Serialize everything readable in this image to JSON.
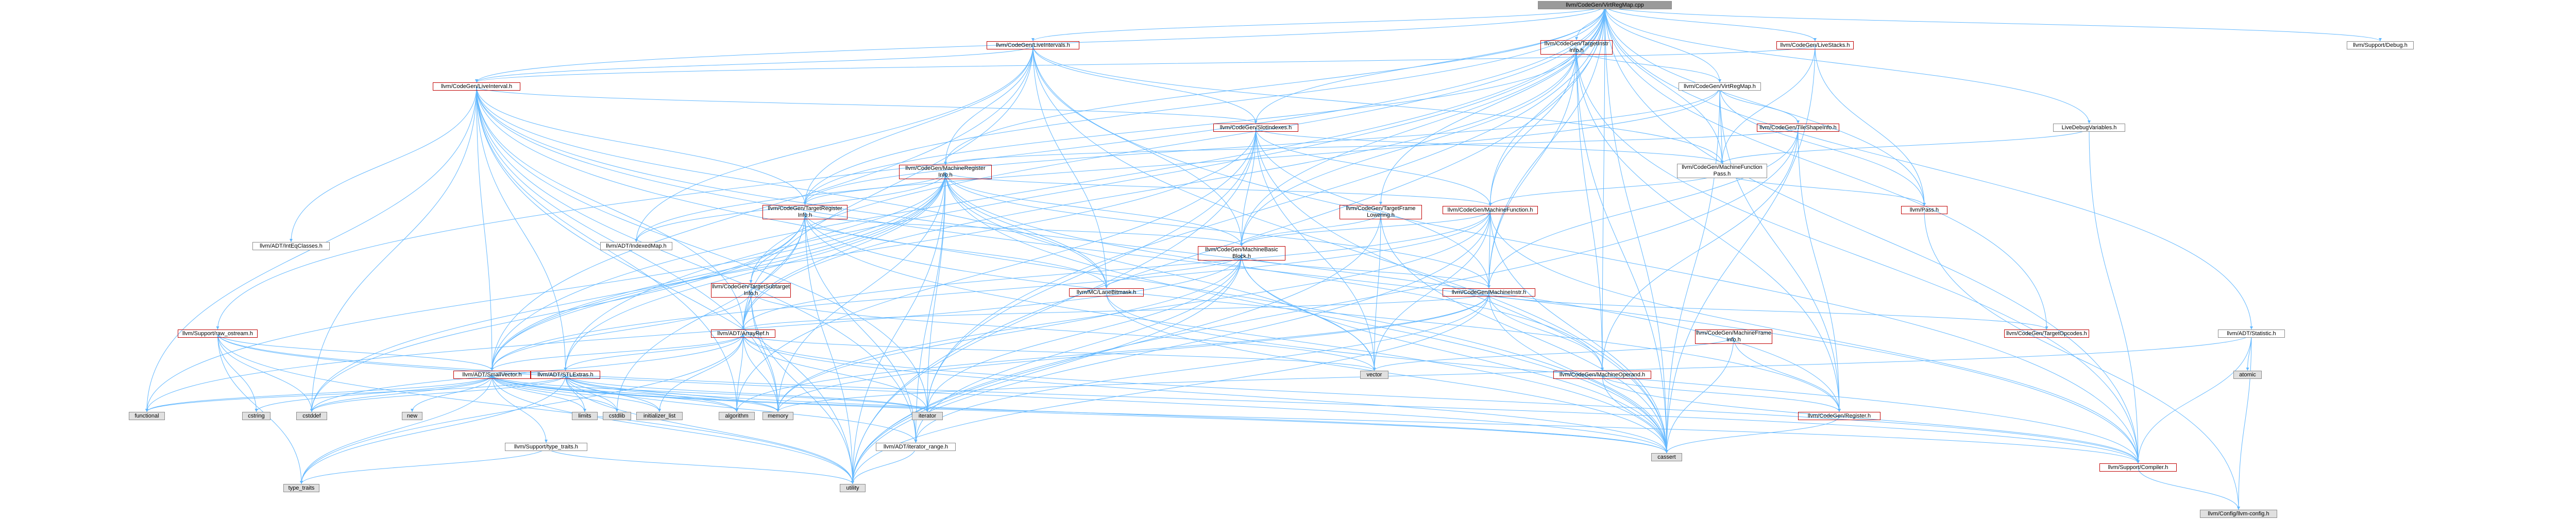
{
  "diagram": {
    "nodes": [
      {
        "id": "root",
        "label": "llvm/CodeGen/VirtRegMap.cpp",
        "kind": "root"
      },
      {
        "id": "liveint",
        "label": "llvm/CodeGen/LiveIntervals.h",
        "kind": "red"
      },
      {
        "id": "tgtinstr",
        "label": "llvm/CodeGen/TargetInstr\nInfo.h",
        "kind": "red"
      },
      {
        "id": "livestacks",
        "label": "llvm/CodeGen/LiveStacks.h",
        "kind": "red"
      },
      {
        "id": "debug",
        "label": "llvm/Support/Debug.h",
        "kind": "white"
      },
      {
        "id": "liveinterval",
        "label": "llvm/CodeGen/LiveInterval.h",
        "kind": "red"
      },
      {
        "id": "virtregmaph",
        "label": "llvm/CodeGen/VirtRegMap.h",
        "kind": "white"
      },
      {
        "id": "slotidx",
        "label": "llvm/CodeGen/SlotIndexes.h",
        "kind": "red"
      },
      {
        "id": "tileshape",
        "label": "llvm/CodeGen/TileShapeInfo.h",
        "kind": "red"
      },
      {
        "id": "livedebug",
        "label": "LiveDebugVariables.h",
        "kind": "white"
      },
      {
        "id": "mri",
        "label": "llvm/CodeGen/MachineRegister\nInfo.h",
        "kind": "red"
      },
      {
        "id": "mfpass",
        "label": "llvm/CodeGen/MachineFunction\nPass.h",
        "kind": "white"
      },
      {
        "id": "tri",
        "label": "llvm/CodeGen/TargetRegister\nInfo.h",
        "kind": "red"
      },
      {
        "id": "tfl",
        "label": "llvm/CodeGen/TargetFrame\nLowering.h",
        "kind": "red"
      },
      {
        "id": "mf",
        "label": "llvm/CodeGen/MachineFunction.h",
        "kind": "red"
      },
      {
        "id": "pass",
        "label": "llvm/Pass.h",
        "kind": "red"
      },
      {
        "id": "inteq",
        "label": "llvm/ADT/IntEqClasses.h",
        "kind": "white"
      },
      {
        "id": "indexedmap",
        "label": "llvm/ADT/IndexedMap.h",
        "kind": "white"
      },
      {
        "id": "mbb",
        "label": "llvm/CodeGen/MachineBasic\nBlock.h",
        "kind": "red"
      },
      {
        "id": "tsi",
        "label": "llvm/CodeGen/TargetSubtarget\nInfo.h",
        "kind": "red"
      },
      {
        "id": "lanebm",
        "label": "llvm/MC/LaneBitmask.h",
        "kind": "red"
      },
      {
        "id": "minstr",
        "label": "llvm/CodeGen/MachineInstr.h",
        "kind": "red"
      },
      {
        "id": "rawos",
        "label": "llvm/Support/raw_ostream.h",
        "kind": "red"
      },
      {
        "id": "arrayref",
        "label": "llvm/ADT/ArrayRef.h",
        "kind": "red"
      },
      {
        "id": "mframe",
        "label": "llvm/CodeGen/MachineFrame\nInfo.h",
        "kind": "red"
      },
      {
        "id": "mop",
        "label": "llvm/CodeGen/MachineOperand.h",
        "kind": "red"
      },
      {
        "id": "tgtopc",
        "label": "llvm/CodeGen/TargetOpcodes.h",
        "kind": "red"
      },
      {
        "id": "stats",
        "label": "llvm/ADT/Statistic.h",
        "kind": "white"
      },
      {
        "id": "smallvec",
        "label": "llvm/ADT/SmallVector.h",
        "kind": "red"
      },
      {
        "id": "stlextras",
        "label": "llvm/ADT/STLExtras.h",
        "kind": "red"
      },
      {
        "id": "register",
        "label": "llvm/CodeGen/Register.h",
        "kind": "red"
      },
      {
        "id": "typetraitsh",
        "label": "llvm/Support/type_traits.h",
        "kind": "white"
      },
      {
        "id": "iterrange",
        "label": "llvm/ADT/iterator_range.h",
        "kind": "white"
      },
      {
        "id": "compiler",
        "label": "llvm/Support/Compiler.h",
        "kind": "red"
      },
      {
        "id": "config",
        "label": "llvm/Config/llvm-config.h",
        "kind": "gray"
      },
      {
        "id": "atomic",
        "label": "atomic",
        "kind": "gray"
      },
      {
        "id": "vector",
        "label": "vector",
        "kind": "gray"
      },
      {
        "id": "cassert",
        "label": "cassert",
        "kind": "gray"
      },
      {
        "id": "iterator",
        "label": "iterator",
        "kind": "gray"
      },
      {
        "id": "memory",
        "label": "memory",
        "kind": "gray"
      },
      {
        "id": "algorithm",
        "label": "algorithm",
        "kind": "gray"
      },
      {
        "id": "utility",
        "label": "utility",
        "kind": "gray"
      },
      {
        "id": "functional",
        "label": "functional",
        "kind": "gray"
      },
      {
        "id": "cstring",
        "label": "cstring",
        "kind": "gray"
      },
      {
        "id": "cstddef",
        "label": "cstddef",
        "kind": "gray"
      },
      {
        "id": "typetraits",
        "label": "type_traits",
        "kind": "gray"
      },
      {
        "id": "new",
        "label": "new",
        "kind": "gray"
      },
      {
        "id": "limits",
        "label": "limits",
        "kind": "gray"
      },
      {
        "id": "cstdlib",
        "label": "cstdlib",
        "kind": "gray"
      },
      {
        "id": "initlist",
        "label": "initializer_list",
        "kind": "gray"
      }
    ],
    "edges": [
      [
        "root",
        "liveint"
      ],
      [
        "root",
        "tgtinstr"
      ],
      [
        "root",
        "livestacks"
      ],
      [
        "root",
        "debug"
      ],
      [
        "root",
        "liveinterval"
      ],
      [
        "root",
        "virtregmaph"
      ],
      [
        "root",
        "slotidx"
      ],
      [
        "root",
        "livedebug"
      ],
      [
        "root",
        "mri"
      ],
      [
        "root",
        "mfpass"
      ],
      [
        "root",
        "tri"
      ],
      [
        "root",
        "tfl"
      ],
      [
        "root",
        "mf"
      ],
      [
        "root",
        "pass"
      ],
      [
        "root",
        "mbb"
      ],
      [
        "root",
        "tsi"
      ],
      [
        "root",
        "minstr"
      ],
      [
        "root",
        "rawos"
      ],
      [
        "root",
        "mop"
      ],
      [
        "root",
        "tgtopc"
      ],
      [
        "root",
        "stats"
      ],
      [
        "root",
        "smallvec"
      ],
      [
        "root",
        "stlextras"
      ],
      [
        "root",
        "compiler"
      ],
      [
        "root",
        "utility"
      ],
      [
        "root",
        "iterator"
      ],
      [
        "root",
        "cassert"
      ],
      [
        "liveint",
        "liveinterval"
      ],
      [
        "liveint",
        "slotidx"
      ],
      [
        "liveint",
        "mbb"
      ],
      [
        "liveint",
        "mfpass"
      ],
      [
        "liveint",
        "tri"
      ],
      [
        "liveint",
        "arrayref"
      ],
      [
        "liveint",
        "indexedmap"
      ],
      [
        "liveint",
        "lanebm"
      ],
      [
        "liveint",
        "smallvec"
      ],
      [
        "liveint",
        "cassert"
      ],
      [
        "liveint",
        "compiler"
      ],
      [
        "liveint",
        "mri"
      ],
      [
        "tgtinstr",
        "mbb"
      ],
      [
        "tgtinstr",
        "mf"
      ],
      [
        "tgtinstr",
        "minstr"
      ],
      [
        "tgtinstr",
        "mop"
      ],
      [
        "tgtinstr",
        "tri"
      ],
      [
        "tgtinstr",
        "arrayref"
      ],
      [
        "tgtinstr",
        "register"
      ],
      [
        "tgtinstr",
        "cassert"
      ],
      [
        "tgtinstr",
        "compiler"
      ],
      [
        "tgtinstr",
        "virtregmaph"
      ],
      [
        "livestacks",
        "liveinterval"
      ],
      [
        "livestacks",
        "mfpass"
      ],
      [
        "livestacks",
        "pass"
      ],
      [
        "livestacks",
        "cassert"
      ],
      [
        "liveinterval",
        "slotidx"
      ],
      [
        "liveinterval",
        "arrayref"
      ],
      [
        "liveinterval",
        "smallvec"
      ],
      [
        "liveinterval",
        "stlextras"
      ],
      [
        "liveinterval",
        "inteq"
      ],
      [
        "liveinterval",
        "register"
      ],
      [
        "liveinterval",
        "lanebm"
      ],
      [
        "liveinterval",
        "cassert"
      ],
      [
        "liveinterval",
        "algorithm"
      ],
      [
        "liveinterval",
        "memory"
      ],
      [
        "liveinterval",
        "functional"
      ],
      [
        "liveinterval",
        "utility"
      ],
      [
        "liveinterval",
        "cstddef"
      ],
      [
        "liveinterval",
        "iterator"
      ],
      [
        "liveinterval",
        "tri"
      ],
      [
        "liveinterval",
        "compiler"
      ],
      [
        "liveinterval",
        "iterrange"
      ],
      [
        "virtregmaph",
        "tileshape"
      ],
      [
        "virtregmaph",
        "mfpass"
      ],
      [
        "virtregmaph",
        "tri"
      ],
      [
        "virtregmaph",
        "indexedmap"
      ],
      [
        "virtregmaph",
        "pass"
      ],
      [
        "virtregmaph",
        "register"
      ],
      [
        "virtregmaph",
        "cassert"
      ],
      [
        "slotidx",
        "mbb"
      ],
      [
        "slotidx",
        "mf"
      ],
      [
        "slotidx",
        "minstr"
      ],
      [
        "slotidx",
        "mfpass"
      ],
      [
        "slotidx",
        "smallvec"
      ],
      [
        "slotidx",
        "iterator"
      ],
      [
        "slotidx",
        "vector"
      ],
      [
        "slotidx",
        "cassert"
      ],
      [
        "slotidx",
        "utility"
      ],
      [
        "slotidx",
        "algorithm"
      ],
      [
        "tileshape",
        "mop"
      ],
      [
        "tileshape",
        "register"
      ],
      [
        "tileshape",
        "minstr"
      ],
      [
        "tileshape",
        "mri"
      ],
      [
        "tileshape",
        "utility"
      ],
      [
        "livedebug",
        "mfpass"
      ],
      [
        "livedebug",
        "compiler"
      ],
      [
        "mri",
        "mbb"
      ],
      [
        "mri",
        "mf"
      ],
      [
        "mri",
        "minstr"
      ],
      [
        "mri",
        "mop"
      ],
      [
        "mri",
        "tri"
      ],
      [
        "mri",
        "tsi"
      ],
      [
        "mri",
        "indexedmap"
      ],
      [
        "mri",
        "arrayref"
      ],
      [
        "mri",
        "smallvec"
      ],
      [
        "mri",
        "stlextras"
      ],
      [
        "mri",
        "iterrange"
      ],
      [
        "mri",
        "lanebm"
      ],
      [
        "mri",
        "vector"
      ],
      [
        "mri",
        "cassert"
      ],
      [
        "mri",
        "memory"
      ],
      [
        "mri",
        "utility"
      ],
      [
        "mri",
        "iterator"
      ],
      [
        "mri",
        "cstddef"
      ],
      [
        "mri",
        "functional"
      ],
      [
        "mfpass",
        "mf"
      ],
      [
        "mfpass",
        "pass"
      ],
      [
        "tri",
        "mbb"
      ],
      [
        "tri",
        "arrayref"
      ],
      [
        "tri",
        "smallvec"
      ],
      [
        "tri",
        "iterrange"
      ],
      [
        "tri",
        "lanebm"
      ],
      [
        "tri",
        "register"
      ],
      [
        "tri",
        "cassert"
      ],
      [
        "tri",
        "cstdlib"
      ],
      [
        "tri",
        "cstddef"
      ],
      [
        "tri",
        "utility"
      ],
      [
        "tfl",
        "mbb"
      ],
      [
        "tfl",
        "vector"
      ],
      [
        "tfl",
        "cassert"
      ],
      [
        "tfl",
        "utility"
      ],
      [
        "mf",
        "mbb"
      ],
      [
        "mf",
        "arrayref"
      ],
      [
        "mf",
        "smallvec"
      ],
      [
        "mf",
        "compiler"
      ],
      [
        "mf",
        "cassert"
      ],
      [
        "mf",
        "memory"
      ],
      [
        "mf",
        "utility"
      ],
      [
        "mf",
        "vector"
      ],
      [
        "mf",
        "minstr"
      ],
      [
        "pass",
        "config"
      ],
      [
        "mbb",
        "minstr"
      ],
      [
        "mbb",
        "lanebm"
      ],
      [
        "mbb",
        "iterrange"
      ],
      [
        "mbb",
        "cassert"
      ],
      [
        "mbb",
        "functional"
      ],
      [
        "mbb",
        "iterator"
      ],
      [
        "mbb",
        "memory"
      ],
      [
        "mbb",
        "vector"
      ],
      [
        "mbb",
        "utility"
      ],
      [
        "tsi",
        "arrayref"
      ],
      [
        "tsi",
        "smallvec"
      ],
      [
        "tsi",
        "memory"
      ],
      [
        "tsi",
        "vector"
      ],
      [
        "tsi",
        "utility"
      ],
      [
        "lanebm",
        "compiler"
      ],
      [
        "lanebm",
        "cassert"
      ],
      [
        "minstr",
        "mop"
      ],
      [
        "minstr",
        "arrayref"
      ],
      [
        "minstr",
        "iterrange"
      ],
      [
        "minstr",
        "tgtopc"
      ],
      [
        "minstr",
        "cassert"
      ],
      [
        "minstr",
        "cstdint"
      ],
      [
        "minstr",
        "utility"
      ],
      [
        "minstr",
        "algorithm"
      ],
      [
        "minstr",
        "memory"
      ],
      [
        "rawos",
        "smallvec"
      ],
      [
        "rawos",
        "cassert"
      ],
      [
        "rawos",
        "cstddef"
      ],
      [
        "rawos",
        "cstring"
      ],
      [
        "rawos",
        "typetraits"
      ],
      [
        "rawos",
        "utility"
      ],
      [
        "rawos",
        "compiler"
      ],
      [
        "arrayref",
        "smallvec"
      ],
      [
        "arrayref",
        "stlextras"
      ],
      [
        "arrayref",
        "compiler"
      ],
      [
        "arrayref",
        "algorithm"
      ],
      [
        "arrayref",
        "cassert"
      ],
      [
        "arrayref",
        "cstddef"
      ],
      [
        "arrayref",
        "initlist"
      ],
      [
        "arrayref",
        "iterator"
      ],
      [
        "arrayref",
        "memory"
      ],
      [
        "arrayref",
        "typetraits"
      ],
      [
        "arrayref",
        "vector"
      ],
      [
        "mframe",
        "register"
      ],
      [
        "mframe",
        "cassert"
      ],
      [
        "mframe",
        "vector"
      ],
      [
        "mop",
        "register"
      ],
      [
        "mop",
        "cassert"
      ],
      [
        "mop",
        "compiler"
      ],
      [
        "stats",
        "compiler"
      ],
      [
        "stats",
        "config"
      ],
      [
        "stats",
        "atomic"
      ],
      [
        "stats",
        "memory"
      ],
      [
        "smallvec",
        "compiler"
      ],
      [
        "smallvec",
        "typetraitsh"
      ],
      [
        "smallvec",
        "algorithm"
      ],
      [
        "smallvec",
        "cassert"
      ],
      [
        "smallvec",
        "cstddef"
      ],
      [
        "smallvec",
        "cstdlib"
      ],
      [
        "smallvec",
        "cstring"
      ],
      [
        "smallvec",
        "functional"
      ],
      [
        "smallvec",
        "initlist"
      ],
      [
        "smallvec",
        "iterator"
      ],
      [
        "smallvec",
        "limits"
      ],
      [
        "smallvec",
        "memory"
      ],
      [
        "smallvec",
        "new"
      ],
      [
        "smallvec",
        "typetraits"
      ],
      [
        "smallvec",
        "utility"
      ],
      [
        "stlextras",
        "iterrange"
      ],
      [
        "stlextras",
        "algorithm"
      ],
      [
        "stlextras",
        "cassert"
      ],
      [
        "stlextras",
        "cstddef"
      ],
      [
        "stlextras",
        "cstdlib"
      ],
      [
        "stlextras",
        "functional"
      ],
      [
        "stlextras",
        "initlist"
      ],
      [
        "stlextras",
        "iterator"
      ],
      [
        "stlextras",
        "limits"
      ],
      [
        "stlextras",
        "memory"
      ],
      [
        "stlextras",
        "typetraits"
      ],
      [
        "stlextras",
        "utility"
      ],
      [
        "register",
        "cassert"
      ],
      [
        "typetraitsh",
        "typetraits"
      ],
      [
        "typetraitsh",
        "utility"
      ],
      [
        "iterrange",
        "utility"
      ],
      [
        "compiler",
        "config"
      ]
    ]
  }
}
